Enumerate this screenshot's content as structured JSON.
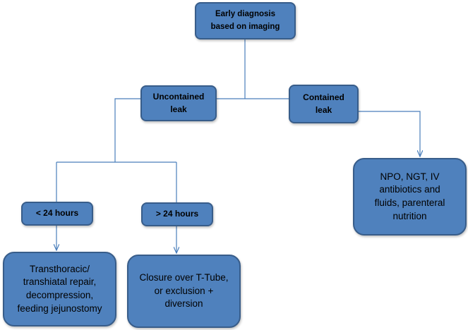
{
  "nodes": {
    "early_diagnosis": "Early diagnosis\nbased on imaging",
    "uncontained_leak": "Uncontained\nleak",
    "contained_leak": "Contained\nleak",
    "lt_24_hours": "< 24 hours",
    "gt_24_hours": "> 24 hours",
    "npo_treatment": "NPO, NGT, IV\nantibiotics and\nfluids, parenteral\nnutrition",
    "transthoracic_repair": "Transthoracic/\ntranshiatal repair,\ndecompression,\nfeeding jejunostomy",
    "closure_t_tube": "Closure over T-Tube,\nor exclusion +\ndiversion"
  },
  "edges": [
    {
      "from": "early_diagnosis",
      "to": "uncontained_leak"
    },
    {
      "from": "early_diagnosis",
      "to": "contained_leak"
    },
    {
      "from": "uncontained_leak",
      "to": "lt_24_hours"
    },
    {
      "from": "uncontained_leak",
      "to": "gt_24_hours"
    },
    {
      "from": "contained_leak",
      "to": "npo_treatment"
    },
    {
      "from": "lt_24_hours",
      "to": "transthoracic_repair"
    },
    {
      "from": "gt_24_hours",
      "to": "closure_t_tube"
    }
  ],
  "colors": {
    "box_fill": "#4f81bd",
    "box_border": "#385d8a",
    "connector": "#4a7ebb"
  }
}
